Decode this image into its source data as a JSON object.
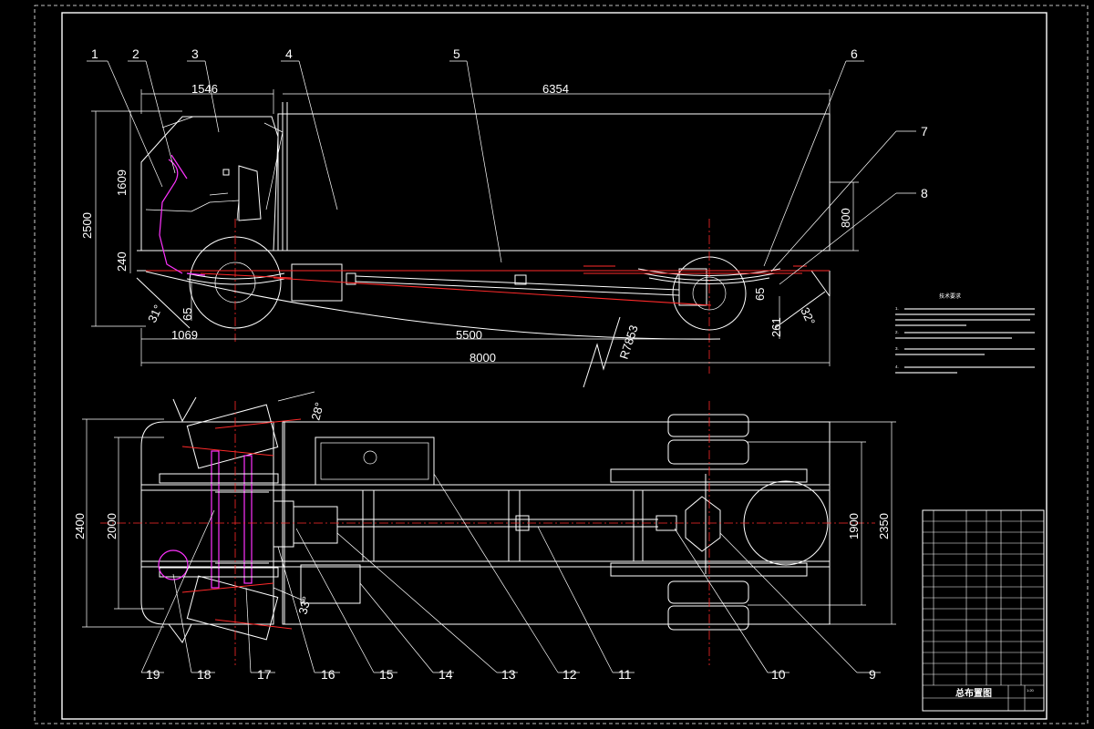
{
  "drawing": {
    "parts": [
      "1",
      "2",
      "3",
      "4",
      "5",
      "6",
      "7",
      "8",
      "9",
      "10",
      "11",
      "12",
      "13",
      "14",
      "15",
      "16",
      "17",
      "18",
      "19"
    ],
    "dims": {
      "cab_length": "1546",
      "body_length": "6354",
      "cab_height": "1609",
      "total_height": "2500",
      "frame_height": "240",
      "box_height": "800",
      "front_overhang": "1069",
      "wheelbase": "5500",
      "total_length": "8000",
      "radius": "R7853",
      "rear_gap": "65",
      "front_gap": "65",
      "rear_clear": "261",
      "front_width": "2400",
      "track_front": "2000",
      "track_rear": "1900",
      "body_width": "2350"
    },
    "angles": {
      "approach": "31°",
      "departure": "32°",
      "steer_outer": "28°",
      "steer_inner": "33°"
    }
  },
  "notes": {
    "title": "技术要求",
    "lines": [
      "1.",
      "2.",
      "3.",
      "4."
    ]
  },
  "title_block": {
    "title": "总布置图",
    "scale": "1:20"
  }
}
